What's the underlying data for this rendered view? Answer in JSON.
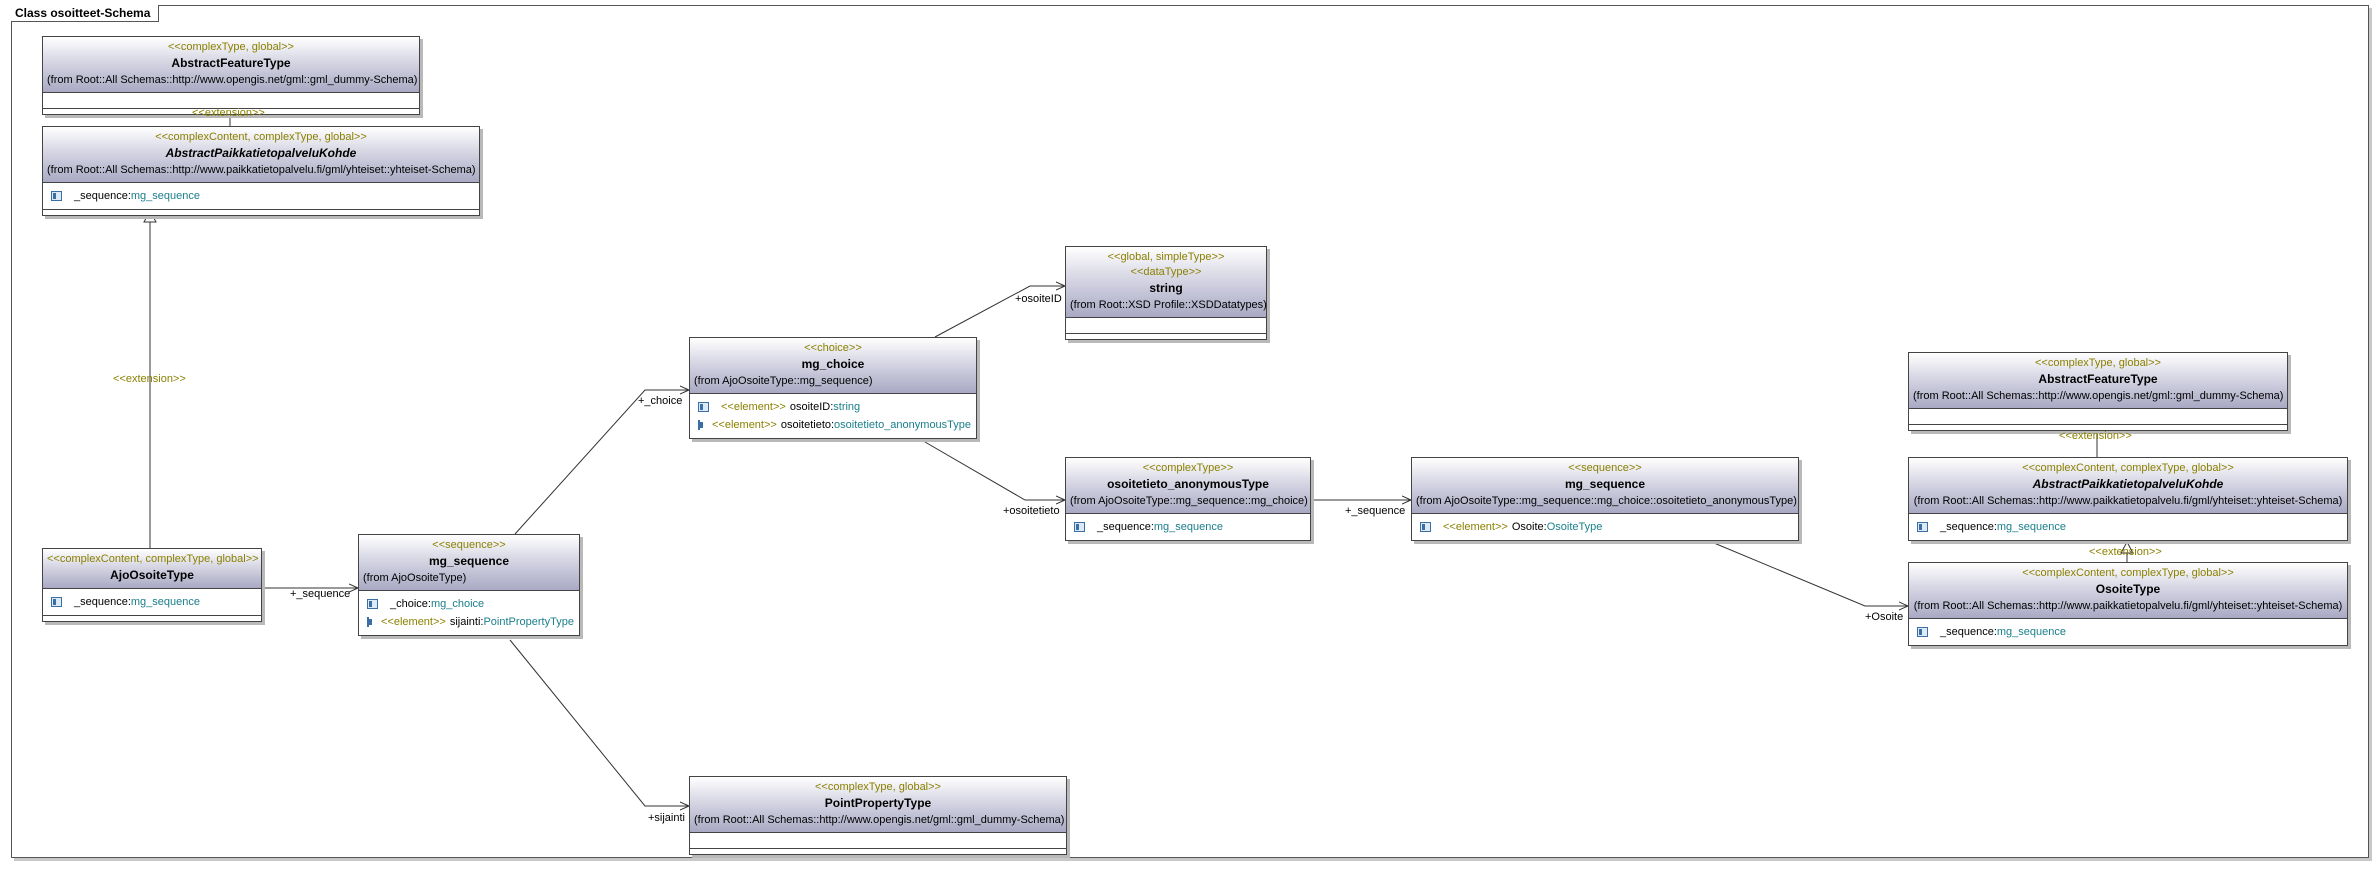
{
  "frame_title": "Class osoitteet-Schema",
  "classes": {
    "aft_left": {
      "stereotype": "<<complexType, global>>",
      "name": "AbstractFeatureType",
      "from": "(from Root::All Schemas::http://www.opengis.net/gml::gml_dummy-Schema)"
    },
    "apk_left": {
      "stereotype": "<<complexContent, complexType, global>>",
      "name": "AbstractPaikkatietopalveluKohde",
      "from": "(from Root::All Schemas::http://www.paikkatietopalvelu.fi/gml/yhteiset::yhteiset-Schema)",
      "attrs": [
        {
          "name": "_sequence:",
          "type": "mg_sequence"
        }
      ]
    },
    "ajo": {
      "stereotype": "<<complexContent, complexType, global>>",
      "name": "AjoOsoiteType",
      "attrs": [
        {
          "name": "_sequence:",
          "type": "mg_sequence"
        }
      ]
    },
    "mgseq1": {
      "stereotype": "<<sequence>>",
      "name": "mg_sequence",
      "from": "(from AjoOsoiteType)",
      "attrs": [
        {
          "name": "_choice:",
          "type": "mg_choice"
        },
        {
          "stereotype": "<<element>>",
          "name": "sijainti:",
          "type": "PointPropertyType"
        }
      ]
    },
    "mgchoice": {
      "stereotype": "<<choice>>",
      "name": "mg_choice",
      "from": "(from AjoOsoiteType::mg_sequence)",
      "attrs": [
        {
          "stereotype": "<<element>>",
          "name": "osoiteID:",
          "type": "string"
        },
        {
          "stereotype": "<<element>>",
          "name": "osoitetieto:",
          "type": "osoitetieto_anonymousType"
        }
      ]
    },
    "string": {
      "stereotype": "<<global, simpleType>>",
      "stereotype2": "<<dataType>>",
      "name": "string",
      "from": "(from Root::XSD Profile::XSDDatatypes)"
    },
    "osoitetieto": {
      "stereotype": "<<complexType>>",
      "name": "osoitetieto_anonymousType",
      "from": "(from AjoOsoiteType::mg_sequence::mg_choice)",
      "attrs": [
        {
          "name": "_sequence:",
          "type": "mg_sequence"
        }
      ]
    },
    "mgseq2": {
      "stereotype": "<<sequence>>",
      "name": "mg_sequence",
      "from": "(from AjoOsoiteType::mg_sequence::mg_choice::osoitetieto_anonymousType)",
      "attrs": [
        {
          "stereotype": "<<element>>",
          "name": "Osoite:",
          "type": "OsoiteType"
        }
      ]
    },
    "point": {
      "stereotype": "<<complexType, global>>",
      "name": "PointPropertyType",
      "from": "(from Root::All Schemas::http://www.opengis.net/gml::gml_dummy-Schema)"
    },
    "aft_right": {
      "stereotype": "<<complexType, global>>",
      "name": "AbstractFeatureType",
      "from": "(from Root::All Schemas::http://www.opengis.net/gml::gml_dummy-Schema)"
    },
    "apk_right": {
      "stereotype": "<<complexContent, complexType, global>>",
      "name": "AbstractPaikkatietopalveluKohde",
      "from": "(from Root::All Schemas::http://www.paikkatietopalvelu.fi/gml/yhteiset::yhteiset-Schema)",
      "attrs": [
        {
          "name": "_sequence:",
          "type": "mg_sequence"
        }
      ]
    },
    "osoitetype": {
      "stereotype": "<<complexContent, complexType, global>>",
      "name": "OsoiteType",
      "from": "(from Root::All Schemas::http://www.paikkatietopalvelu.fi/gml/yhteiset::yhteiset-Schema)",
      "attrs": [
        {
          "name": "_sequence:",
          "type": "mg_sequence"
        }
      ]
    }
  },
  "labels": {
    "ext_top_left": "<<extension>>",
    "ext_mid_left": "<<extension>>",
    "ext_top_right": "<<extension>>",
    "ext_bottom_right": "<<extension>>",
    "sequence_1": "+_sequence",
    "choice": "+_choice",
    "sijainti": "+sijainti",
    "osoiteID": "+osoiteID",
    "osoitetieto": "+osoitetieto",
    "sequence_2": "+_sequence",
    "osoite": "+Osoite"
  }
}
